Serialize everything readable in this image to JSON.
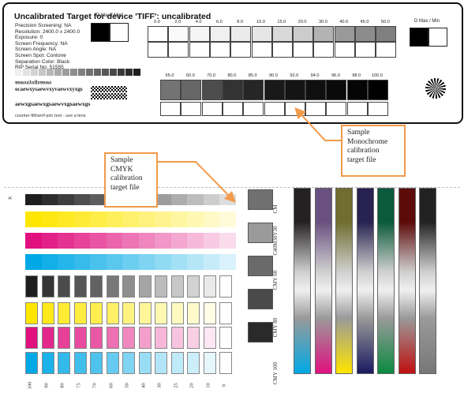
{
  "mono_target": {
    "title": "Uncalibrated Target for device 'TIFF': uncalibrated",
    "info_lines": [
      "Precision Screening: NA",
      "Resolution: 2400.0 x 2400.0",
      "Exposure: 0",
      "Screen Frequency: NA",
      "Screen Angle: NA",
      "Screen Spot: Contone",
      "Separation Color: Black",
      "RIP Serial No: 51555"
    ],
    "dmax_label_left": "D Max / Min",
    "dmax_label_right": "D Max / Min",
    "patches_row1": [
      "0.0",
      "2.0",
      "4.0",
      "6.0",
      "8.0",
      "10.0",
      "15.0",
      "20.0",
      "30.0",
      "40.0",
      "45.0",
      "50.0"
    ],
    "patches_row2": [
      "55.0",
      "60.0",
      "70.0",
      "80.0",
      "85.0",
      "90.0",
      "92.0",
      "94.0",
      "96.0",
      "98.0",
      "100.0"
    ],
    "mirror_text": "aewvxyxgsaewv",
    "serif_line1": "ocaewxysaewvxyvaewvxyxgs",
    "serif_line2": "aewxgsaewxgsaewvxgsaewxgs",
    "counter_text": "counter-fill/serif-join test - use a lens"
  },
  "cmyk_target": {
    "k_label": "K",
    "bottom_labels": [
      "100",
      "90",
      "80",
      "75",
      "70",
      "60",
      "50",
      "40",
      "30",
      "25",
      "20",
      "10",
      "0"
    ],
    "right_labels": [
      "CM",
      "C40M30Y30",
      "CMY 60",
      "CMY 80",
      "CMY 100"
    ],
    "column_colors": [
      "#252122",
      "#6a5080",
      "#6f6d2f",
      "#272250",
      "#0a5a3b",
      "#5d0a0a",
      "#222222"
    ]
  },
  "callouts": {
    "cmyk": [
      "Sample",
      "CMYK",
      "calibration",
      "target file"
    ],
    "mono": [
      "Sample",
      "Monochrome",
      "calibration",
      "target file"
    ]
  },
  "colors": {
    "accent": "#f29a4a",
    "cyan": "#00a9e6",
    "magenta": "#e0107f",
    "yellow": "#ffe600",
    "black": "#1a1a1a"
  }
}
